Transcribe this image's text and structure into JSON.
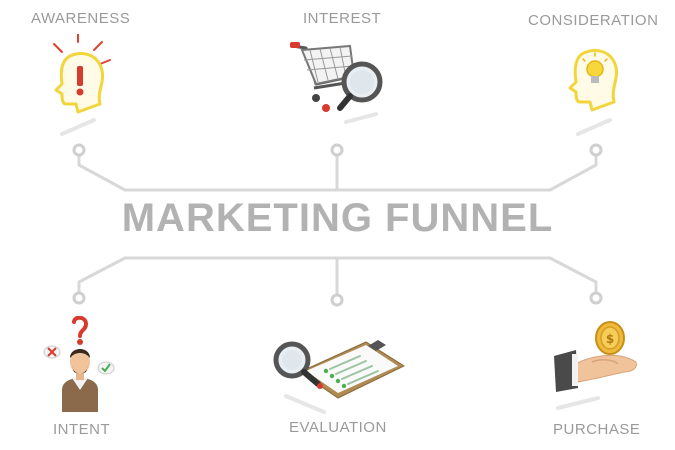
{
  "diagram": {
    "title": "MARKETING FUNNEL",
    "stages": [
      {
        "label": "AWARENESS",
        "icon": "head-exclamation-icon"
      },
      {
        "label": "INTEREST",
        "icon": "shopping-cart-magnifier-icon"
      },
      {
        "label": "CONSIDERATION",
        "icon": "head-lightbulb-icon"
      },
      {
        "label": "INTENT",
        "icon": "person-question-icon"
      },
      {
        "label": "EVALUATION",
        "icon": "clipboard-magnifier-icon"
      },
      {
        "label": "PURCHASE",
        "icon": "hand-coin-icon"
      }
    ],
    "colors": {
      "connector": "#d8d8d8",
      "title": "#b2b2b2",
      "label": "#9a9a9a",
      "accent_yellow": "#f2d53c",
      "accent_red": "#d83a2e"
    }
  }
}
